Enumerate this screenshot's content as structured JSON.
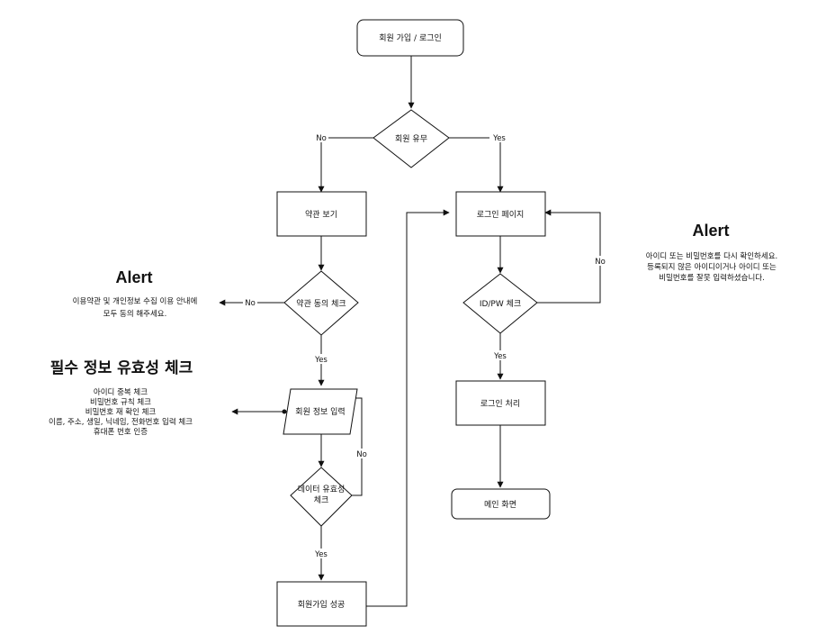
{
  "nodes": {
    "start": "회원 가입 / 로그인",
    "member_check": "회원 유무",
    "terms_view": "약관 보기",
    "terms_agree_check": "약관 동의 체크",
    "member_info_input": "회원 정보 입력",
    "data_valid_line1": "데이터 유효성",
    "data_valid_line2": "체크",
    "signup_success": "회원가입 성공",
    "login_page": "로그인 페이지",
    "idpw_check": "ID/PW 체크",
    "login_process": "로그인 처리",
    "main_screen": "메인 화면"
  },
  "edge_labels": {
    "no_member": "No",
    "yes_member": "Yes",
    "no_terms": "No",
    "yes_terms": "Yes",
    "no_data": "No",
    "yes_data": "Yes",
    "no_idpw": "No",
    "yes_idpw": "Yes"
  },
  "notes": {
    "alert_terms": {
      "title": "Alert",
      "lines": [
        "이용약관 및 개인정보 수집 이용 안내에",
        "모두 동의 해주세요."
      ]
    },
    "validation": {
      "title": "필수 정보 유효성 체크",
      "lines": [
        "아이디 중복 체크",
        "비밀번호 규칙 체크",
        "비밀번호 재 확인 체크",
        "이름, 주소, 생일, 닉네임, 전화번호 입력 체크",
        "휴대폰 번호 인증"
      ]
    },
    "alert_login": {
      "title": "Alert",
      "lines": [
        "아이디 또는 비밀번호를 다시 확인하세요.",
        "등록되지 않은 아이디이거나 아이디 또는",
        "비밀번호를 잘못 입력하셨습니다."
      ]
    }
  }
}
